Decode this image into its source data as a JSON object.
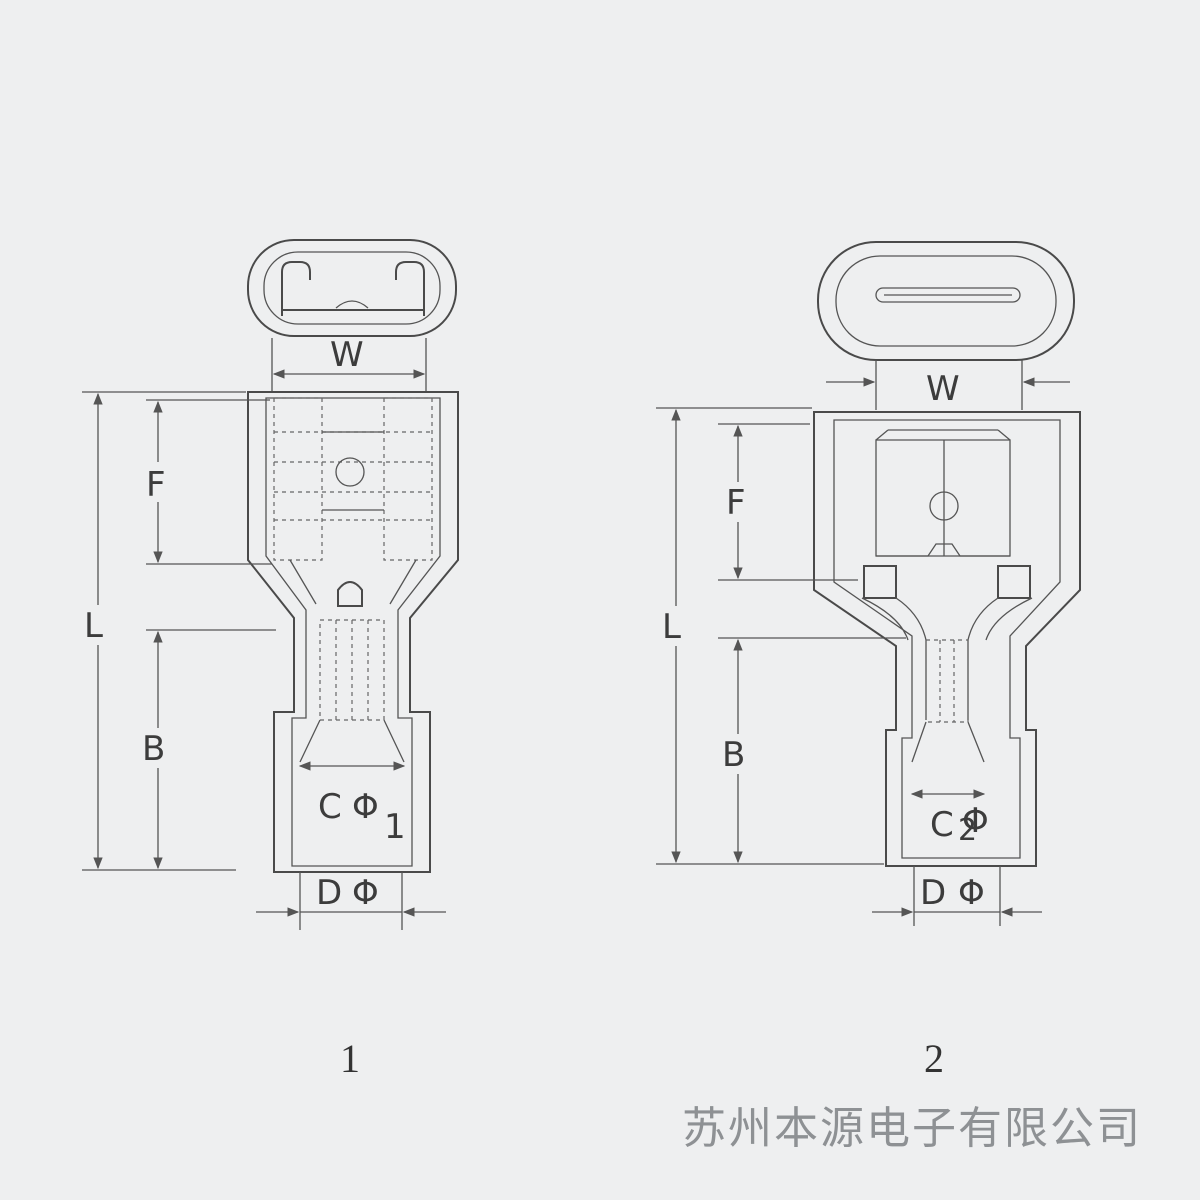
{
  "figures": [
    {
      "number": "1",
      "labels": {
        "W": "W",
        "F": "F",
        "L": "L",
        "B": "B",
        "C": "C",
        "phi_c": "Φ",
        "sub_c": "1",
        "D": "D",
        "phi_d": "Φ"
      }
    },
    {
      "number": "2",
      "labels": {
        "W": "W",
        "F": "F",
        "L": "L",
        "B": "B",
        "C": "C",
        "phi_c": "Φ",
        "sub_c": "2",
        "D": "D",
        "phi_d": "Φ"
      }
    }
  ],
  "company": "苏州本源电子有限公司",
  "colors": {
    "background": "#eeeff0",
    "line": "#4a4a4a",
    "company_text": "#8e9194"
  }
}
